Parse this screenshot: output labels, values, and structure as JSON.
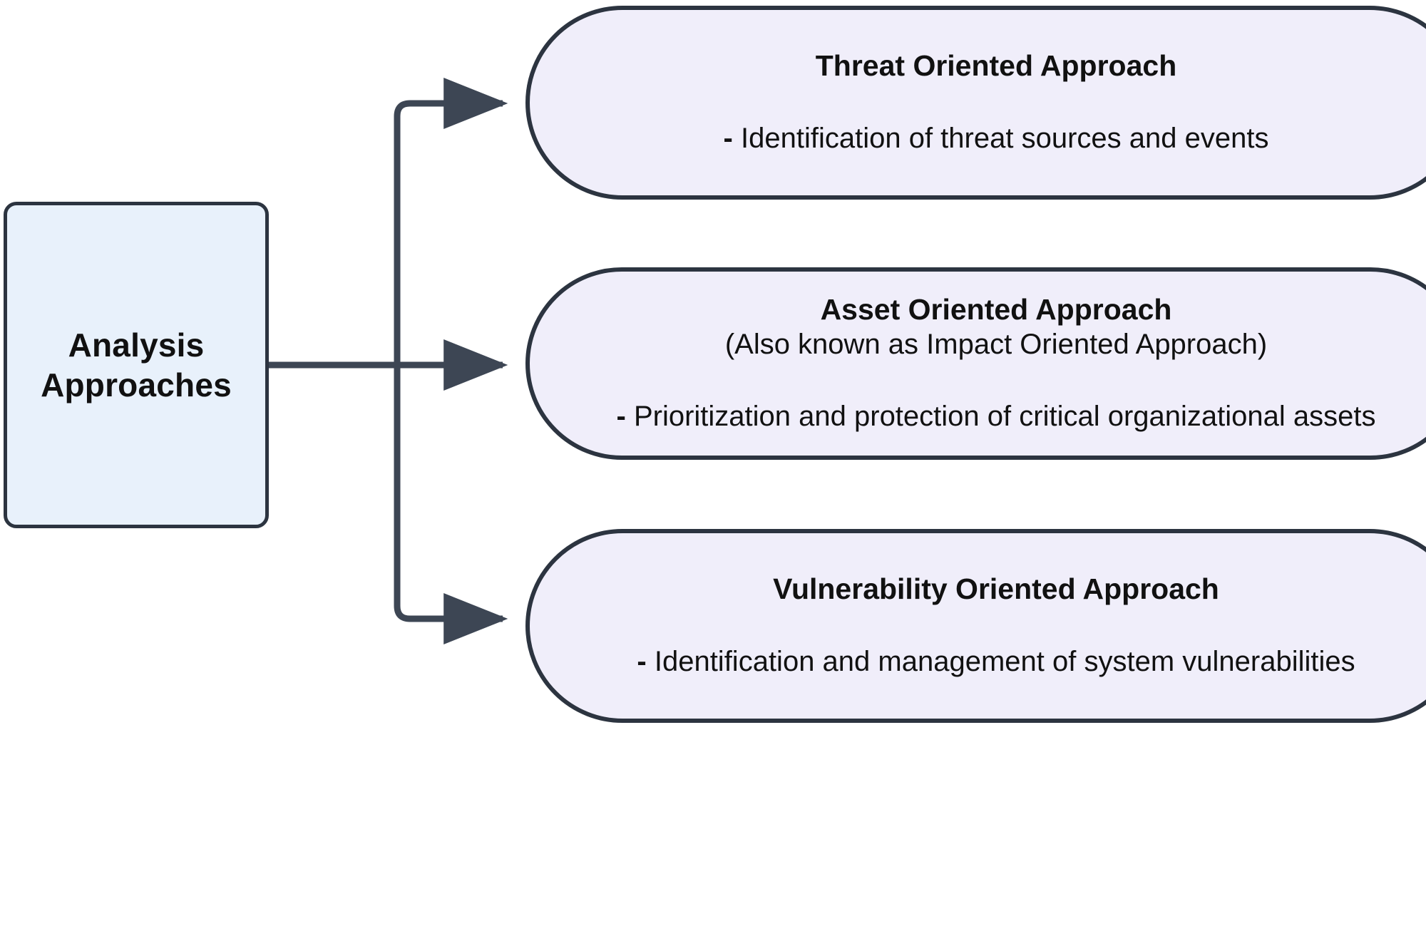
{
  "diagram": {
    "type": "flowchart",
    "direction": "left-to-right",
    "title": "Analysis Approaches",
    "palette": {
      "source_fill": "#e8f1fb",
      "target_fill": "#f0eefa",
      "stroke": "#2c3440",
      "text": "#111111",
      "background": "#ffffff"
    },
    "source": {
      "id": "analysis-approaches",
      "shape": "rounded-rectangle",
      "line1": "Analysis",
      "line2": "Approaches"
    },
    "branches": [
      {
        "id": "threat-oriented",
        "shape": "stadium",
        "title": "Threat Oriented Approach",
        "subtitle": "",
        "bullet_mark": "-",
        "bullet_text": "Identification of threat sources and events"
      },
      {
        "id": "asset-oriented",
        "shape": "stadium",
        "title": "Asset Oriented Approach",
        "subtitle": "(Also known as Impact Oriented Approach)",
        "bullet_mark": "-",
        "bullet_text": "Prioritization and protection of critical organizational assets"
      },
      {
        "id": "vulnerability-oriented",
        "shape": "stadium",
        "title": "Vulnerability Oriented Approach",
        "subtitle": "",
        "bullet_mark": "-",
        "bullet_text": "Identification and management of system vulnerabilities"
      }
    ],
    "connectors": [
      {
        "id": "source-to-threat",
        "from": "analysis-approaches",
        "to": "threat-oriented",
        "style": "orthogonal-arrow"
      },
      {
        "id": "source-to-asset",
        "from": "analysis-approaches",
        "to": "asset-oriented",
        "style": "orthogonal-arrow"
      },
      {
        "id": "source-to-vulnerability",
        "from": "analysis-approaches",
        "to": "vulnerability-oriented",
        "style": "orthogonal-arrow"
      }
    ]
  }
}
